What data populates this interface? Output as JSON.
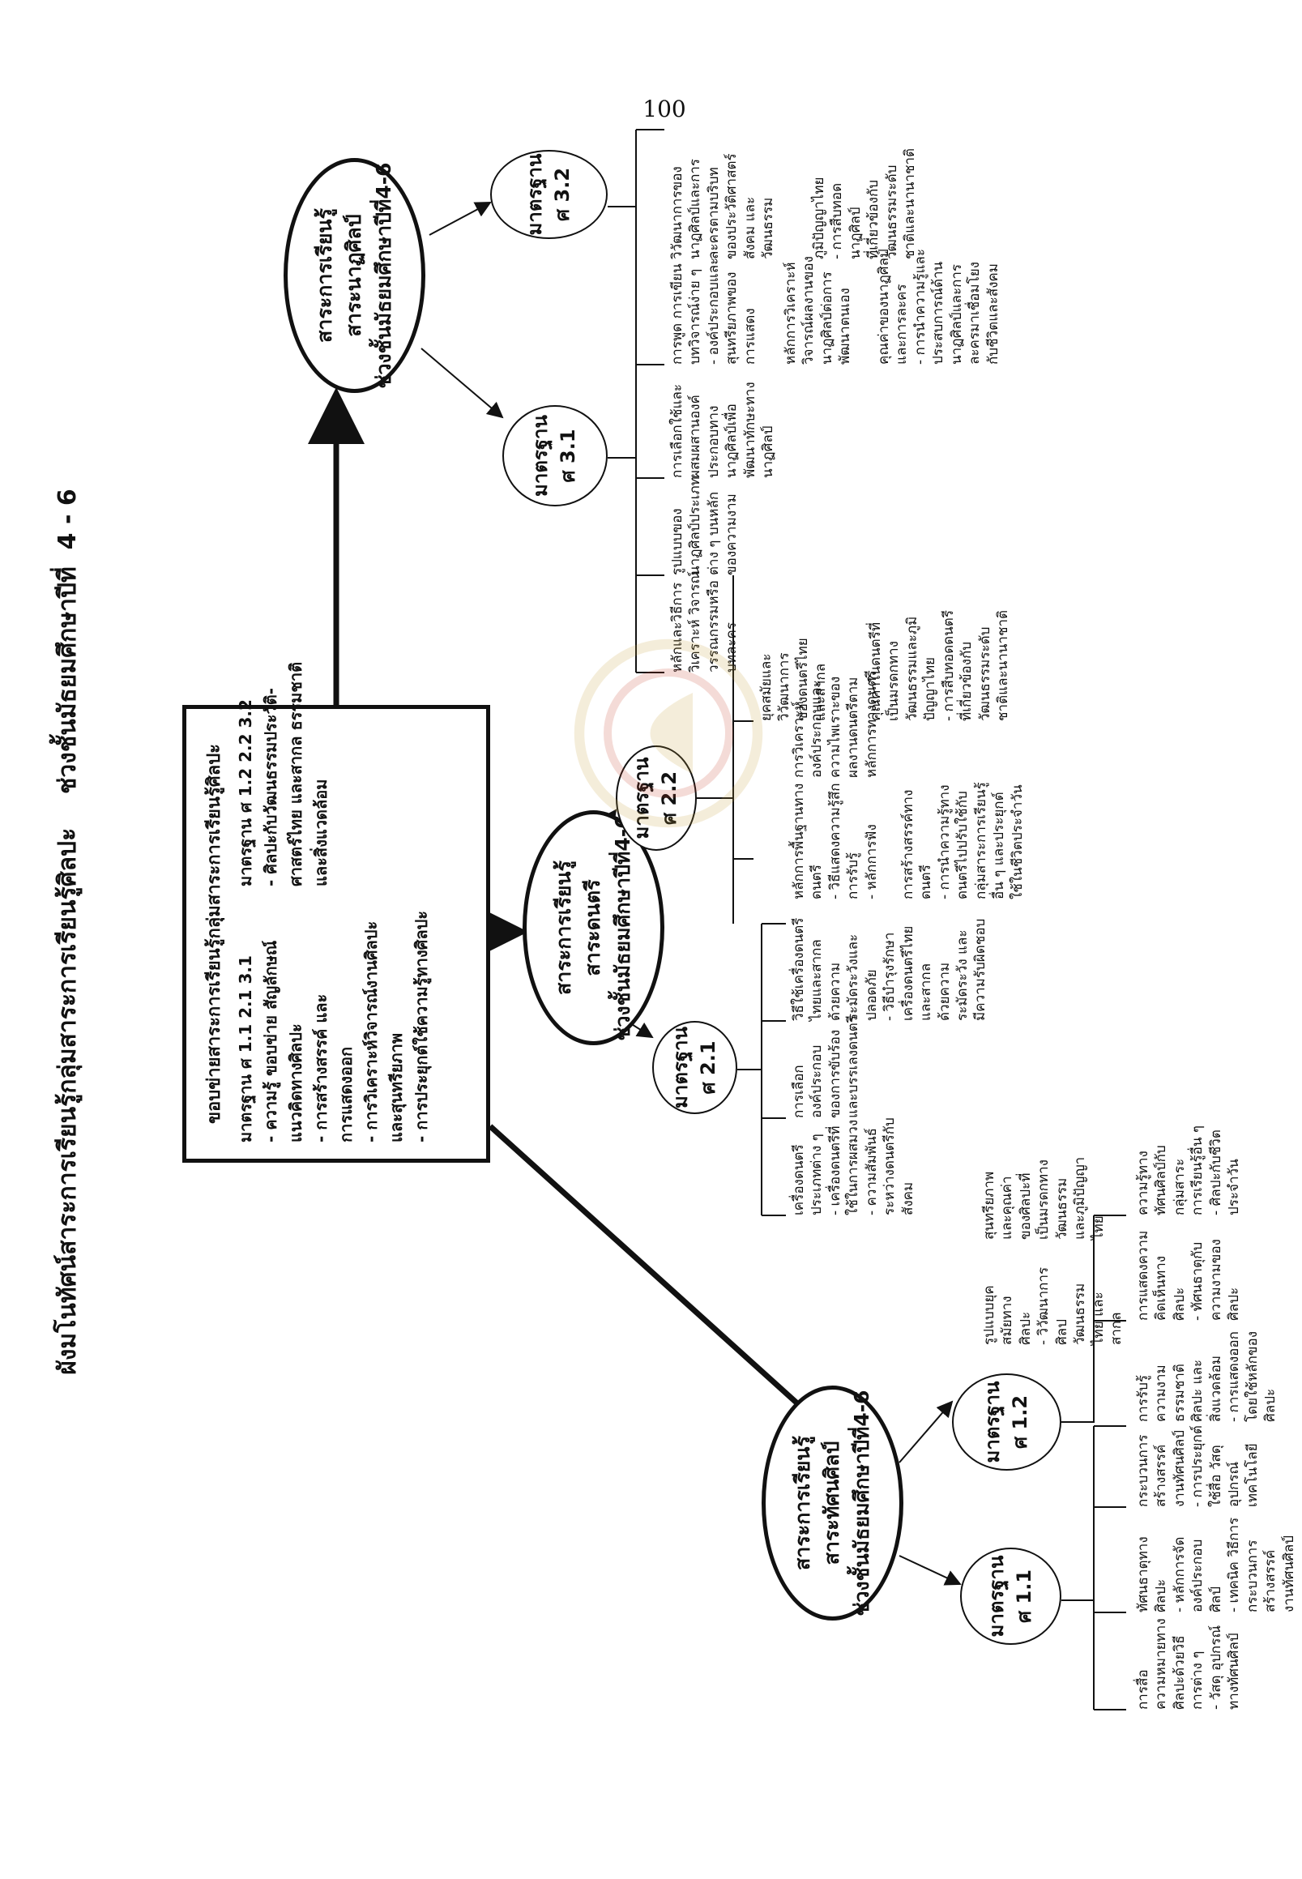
{
  "page_number": "100",
  "title": "ผังมโนทัศน์สาระการเรียนรู้กลุ่มสาระการเรียนรู้ศิลปะ    ช่วงชั้นมัธยมศึกษาปีที่  4 - 6",
  "center_box": {
    "heading": "ขอบข่ายสาระการเรียนรู้กลุ่มสาระการเรียนรู้ศิลปะ",
    "left_lines": [
      "มาตรฐาน ศ 1.1 2.1 3.1",
      "- ความรู้  ขอบข่าย  สัญลักษณ์",
      "แนวคิดทางศิลปะ",
      "- การสร้างสรรค์  และ",
      "การแสดงออก",
      "- การวิเคราะห์วิจารณ์งานศิลปะ",
      "และสุนทรียภาพ",
      "- การประยุกต์ใช้ความรู้ทางศิลปะ"
    ],
    "right_lines": [
      "มาตรฐาน ศ 1.2 2.2 3.2",
      "- ศิลปะกับวัฒนธรรมประวัติ-",
      "ศาสตร์ไทย  และสากล  ธรรมชาติ",
      "และสิ่งแวดล้อม"
    ]
  },
  "strands": {
    "visual_art": [
      "สาระการเรียนรู้",
      "สาระทัศนศิลป์",
      "ช่วงชั้นมัธยมศึกษาปีที่4-6"
    ],
    "music": [
      "สาระการเรียนรู้",
      "สาระดนตรี",
      "ช่วงชั้นมัธยมศึกษาปีที่4-6"
    ],
    "drama": [
      "สาระการเรียนรู้",
      "สาระนาฏศิลป์",
      "ช่วงชั้นมัธยมศึกษาปีที่4-6"
    ]
  },
  "standards": {
    "s11": [
      "มาตรฐาน",
      "ศ 1.1"
    ],
    "s12": [
      "มาตรฐาน",
      "ศ 1.2"
    ],
    "s21": [
      "มาตรฐาน",
      "ศ 2.1"
    ],
    "s22": [
      "มาตรฐาน",
      "ศ 2.2"
    ],
    "s31": [
      "มาตรฐาน",
      "ศ 3.1"
    ],
    "s32": [
      "มาตรฐาน",
      "ศ 3.2"
    ]
  },
  "topics": {
    "s11_a": [
      "การสื่อ",
      "ความหมายทาง",
      "ศิลปะด้วยวิธี",
      "การต่าง ๆ",
      "- วัสดุ อุปกรณ์",
      "ทางทัศนศิลป์"
    ],
    "s11_b": [
      "ทัศนธาตุทาง",
      "ศิลปะ",
      "- หลักการจัด",
      "องค์ประกอบ",
      "ศิลป์",
      "- เทคนิค วิธีการ",
      "กระบวนการ",
      "สร้างสรรค์",
      "งานทัศนศิลป์"
    ],
    "s11_c": [
      "กระบวนการ",
      "สร้างสรรค์",
      "งานทัศนศิลป์",
      "- การประยุกต์",
      "ใช้สื่อ วัสดุ",
      "อุปกรณ์",
      "เทคโนโลยี"
    ],
    "s11_d": [
      "การรับรู้",
      "ความงาม",
      "ธรรมชาติ",
      "ศิลปะ และ",
      "สิ่งแวดล้อม",
      "- การแสดงออก",
      "โดยใช้หลักของ",
      "ศิลปะ"
    ],
    "s11_e": [
      "การแสดงความ",
      "คิดเห็นทาง",
      "ศิลปะ",
      "- ทัศนธาตุกับ",
      "ความงามของ",
      "ศิลปะ"
    ],
    "s11_f": [
      "ความรู้ทาง",
      "ทัศนศิลป์กับ",
      "กลุ่มสาระ",
      "การเรียนรู้อื่น ๆ",
      "- ศิลปะกับชีวิต",
      "ประจำวัน"
    ],
    "s12_a": [
      "รูปแบบยุค",
      "สมัยทาง",
      "ศิลปะ",
      "- วิวัฒนาการ",
      "ศิลป",
      "วัฒนธรรม",
      "ไทย และ",
      "สากล"
    ],
    "s12_b": [
      "สุนทรียภาพ",
      "และคุณค่า",
      "ของศิลปะที่",
      "เป็นมรดกทาง",
      "วัฒนธรรม",
      "และภูมิปัญญา",
      "ไทย"
    ],
    "s21_a": [
      "เครื่องดนตรี",
      "ประเภทต่าง ๆ",
      "- เครื่องดนตรีที่",
      "ใช้ในการผสมวง",
      "- ความสัมพันธ์",
      "ระหว่างดนตรีกับ",
      "สังคม"
    ],
    "s21_b": [
      "การเลือก",
      "องค์ประกอบ",
      "ของการขับร้อง",
      "และบรรเลงดนตรี"
    ],
    "s21_c": [
      "วิธีใช้เครื่องดนตรี",
      "ไทยและสากล",
      "ด้วยความ",
      "ระมัดระวังและ",
      "ปลอดภัย",
      "- วิธีบำรุงรักษา",
      "เครื่องดนตรีไทย",
      "และสากล",
      "ด้วยความ",
      "ระมัดระวัง และ",
      "มีความรับผิดชอบ"
    ],
    "s21_d": [
      "หลักการพื้นฐานทาง",
      "ดนตรี",
      "- วิธีแสดงความรู้สึก",
      "การรับรู้",
      "- หลักการฟัง"
    ],
    "s21_e": [
      "การวิเคราะห์",
      "องค์ประกอบและ",
      "ความไพเราะของ",
      "ผลงานดนตรีตาม",
      "หลักการทางดนตรี"
    ],
    "s21_f": [
      "การสร้างสรรค์ทาง",
      "ดนตรี",
      "- การนำความรู้ทาง",
      "ดนตรีไปปรับใช้กับ",
      "กลุ่มสาระการเรียนรู้",
      "อื่น ๆ และประยุกต์",
      "ใช้ในชีวิตประจำวัน"
    ],
    "s22_a": [
      "ยุคสมัยและ",
      "วิวัฒนาการ",
      "ของดนตรีไทย",
      "และสากล"
    ],
    "s22_b": [
      "คุณค่าในดนตรีที่",
      "เป็นมรดกทาง",
      "วัฒนธรรมและภูมิ",
      "ปัญญาไทย",
      "- การสืบทอดดนตรี",
      "ที่เกี่ยวข้องกับ",
      "วัฒนธรรมระดับ",
      "ชาติและนานาชาติ"
    ],
    "s31_a": [
      "หลักและวิธีการ",
      "วิเคราะห์  วิจารณ์",
      "วรรณกรรมหรือ",
      "บทละคร"
    ],
    "s31_b": [
      "รูปแบบของ",
      "นาฏศิลป์ประเภท",
      "ต่าง ๆ บนหลัก",
      "ของความงาม"
    ],
    "s31_c": [
      "การเลือกใช้และ",
      "ผสมผสานองค์",
      "ประกอบทาง",
      "นาฏศิลป์เพื่อ",
      "พัฒนาทักษะทาง",
      "นาฏศิลป์"
    ],
    "s31_d": [
      "การพูด การเขียน",
      "บทวิจารณ์ง่าย ๆ",
      "- องค์ประกอบและ",
      "สุนทรียภาพของ",
      "การแสดง"
    ],
    "s31_e": [
      "หลักการวิเคราะห์",
      "วิจารณ์ผลงานของ",
      "นาฏศิลป์ต่อการ",
      "พัฒนาตนเอง"
    ],
    "s31_f": [
      "คุณค่าของนาฏศิลป์",
      "และการละคร",
      "- การนำความรู้และ",
      "ประสบการณ์ด้าน",
      "นาฏศิลป์และการ",
      "ละครมาเชื่อมโยง",
      "กับชีวิตและสังคม"
    ],
    "s32_a": [
      "วิวัฒนาการของ",
      "นาฏศิลป์และการ",
      "ละครตามบริบท",
      "ของประวัติศาสตร์",
      "สังคม และ",
      "วัฒนธรรม"
    ],
    "s32_b": [
      "ภูมิปัญญาไทย",
      "- การสืบทอด",
      "นาฏศิลป์",
      "ที่เกี่ยวข้องกับ",
      "วัฒนธรรมระดับ",
      "ชาติและนานาชาติ"
    ]
  }
}
